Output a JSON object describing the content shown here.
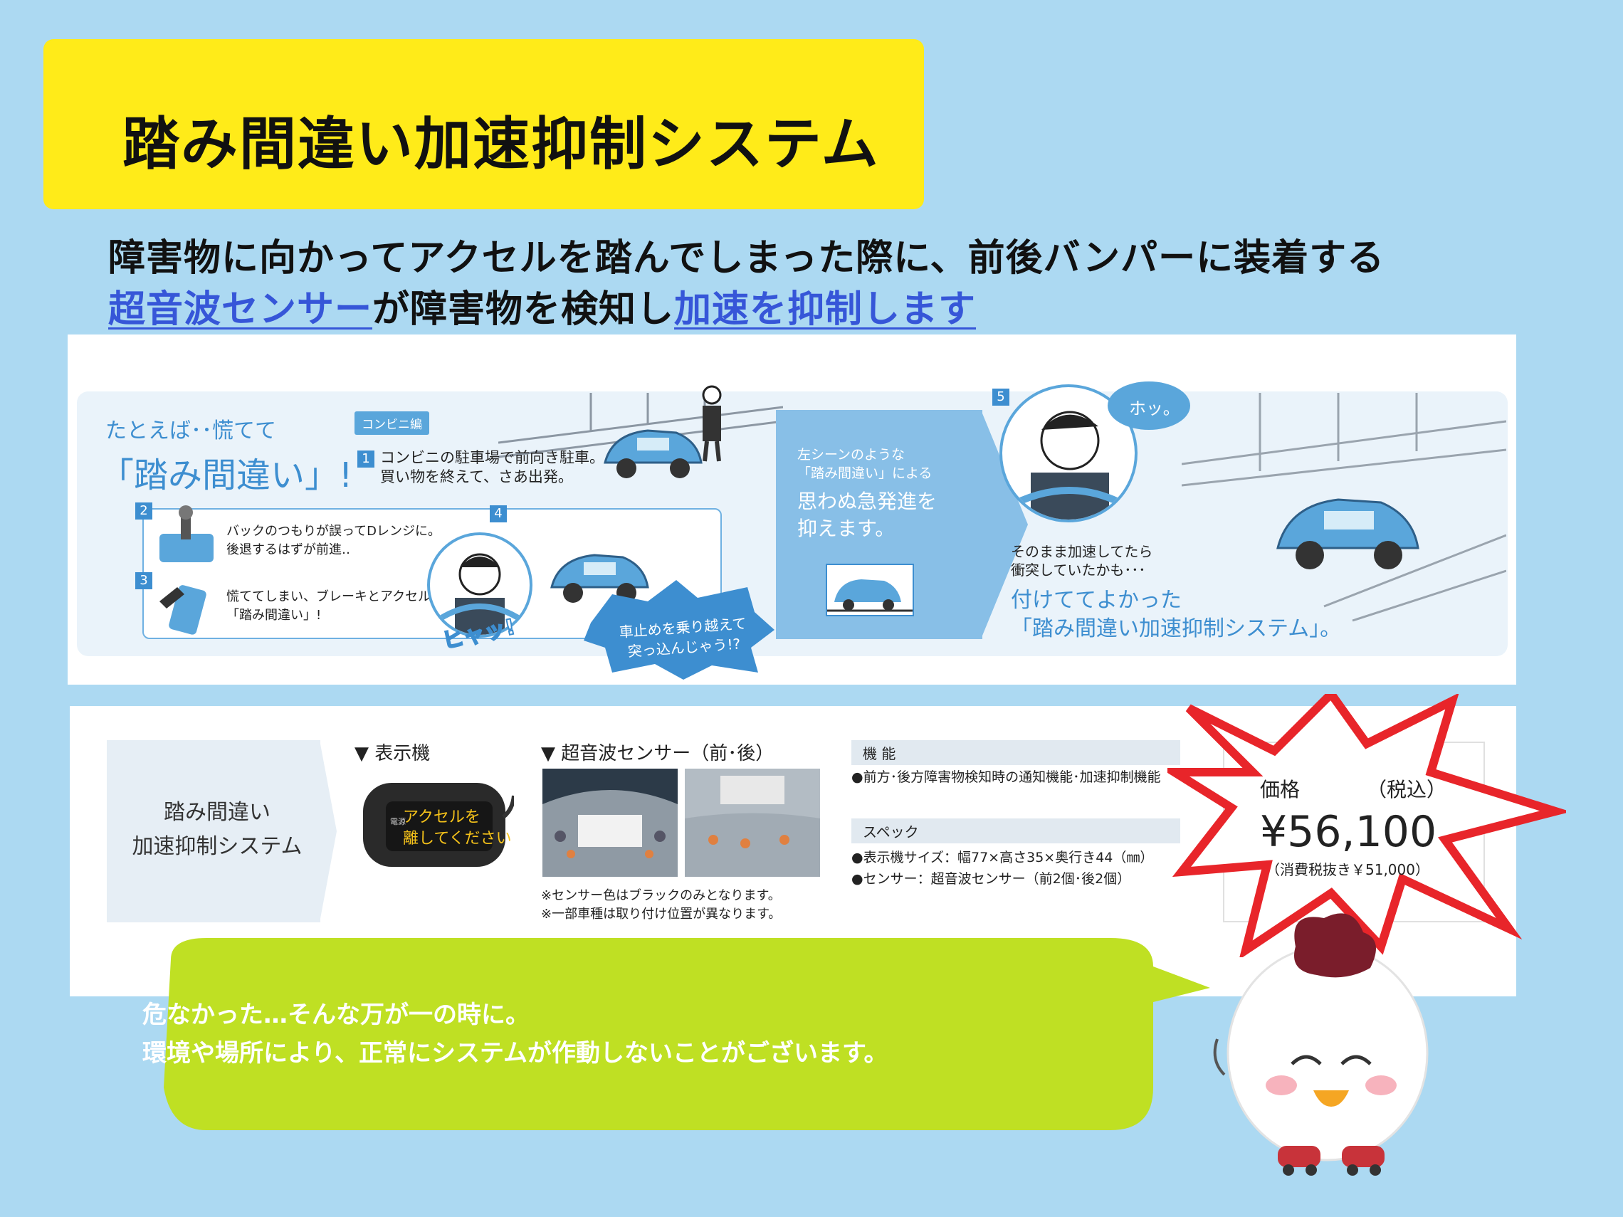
{
  "header": {
    "title": "踏み間違い加速抑制システム"
  },
  "lead": {
    "line1": "障害物に向かってアクセルを踏んでしまった際に、前後バンパーに装着する",
    "line2_part1": "超音波センサー",
    "line2_part2": "が障害物を検知し",
    "line2_part3": "加速を抑制します"
  },
  "scenario": {
    "intro_small": "たとえば･･慌てて",
    "intro_big": "「踏み間違い」!",
    "tag": "コンビニ編",
    "step1_no": "1",
    "step1_line1": "コンビニの駐車場で前向き駐車。",
    "step1_line2": "買い物を終えて、さあ出発。",
    "step2_no": "2",
    "step2_line1": "バックのつもりが誤ってDレンジに。",
    "step2_line2": "後退するはずが前進‥",
    "step3_no": "3",
    "step3_line1": "慌ててしまい、ブレーキとアクセルを",
    "step3_line2": "「踏み間違い」!",
    "step4_no": "4",
    "shout": "ヒャッ!",
    "burst_line1": "車止めを乗り越えて",
    "burst_line2": "突っ込んじゃう!?",
    "middle_small1": "左シーンのような",
    "middle_small2": "「踏み間違い」による",
    "middle_big1": "思わぬ急発進を",
    "middle_big2": "抑えます。",
    "step5_no": "5",
    "relief": "ホッ。",
    "after_small1": "そのまま加速してたら",
    "after_small2": "衝突していたかも･･･",
    "after_big1": "付けててよかった",
    "after_big2": "「踏み間違い加速抑制システム」。"
  },
  "spec": {
    "product_name_line1": "踏み間違い",
    "product_name_line2": "加速抑制システム",
    "display_label": "▼ 表示機",
    "sensor_label": "▼ 超音波センサー（前･後）",
    "device_text1": "アクセルを",
    "device_text2": "離してください",
    "device_side": "電源",
    "note1": "※センサー色はブラックのみとなります。",
    "note2": "※一部車種は取り付け位置が異なります。",
    "function_head": "機 能",
    "function_text": "●前方･後方障害物検知時の通知機能･加速抑制機能",
    "spec_head": "スペック",
    "spec1": "●表示機サイズ：幅77×高さ35×奥行き44（㎜）",
    "spec2": "●センサー：超音波センサー（前2個･後2個）"
  },
  "price": {
    "label": "価格",
    "tax": "（税込）",
    "value": "¥56,100",
    "excl": "（消費税抜き￥51,000）"
  },
  "warning": {
    "line1": "危なかった…そんな万が一の時に。",
    "line2": "環境や場所により、正常にシステムが作動しないことがございます。"
  },
  "colors": {
    "background": "#acd9f2",
    "title_box": "#ffeb19",
    "accent_blue": "#3656d8",
    "bubble_green": "#bfe023",
    "star_red": "#e8252a"
  }
}
